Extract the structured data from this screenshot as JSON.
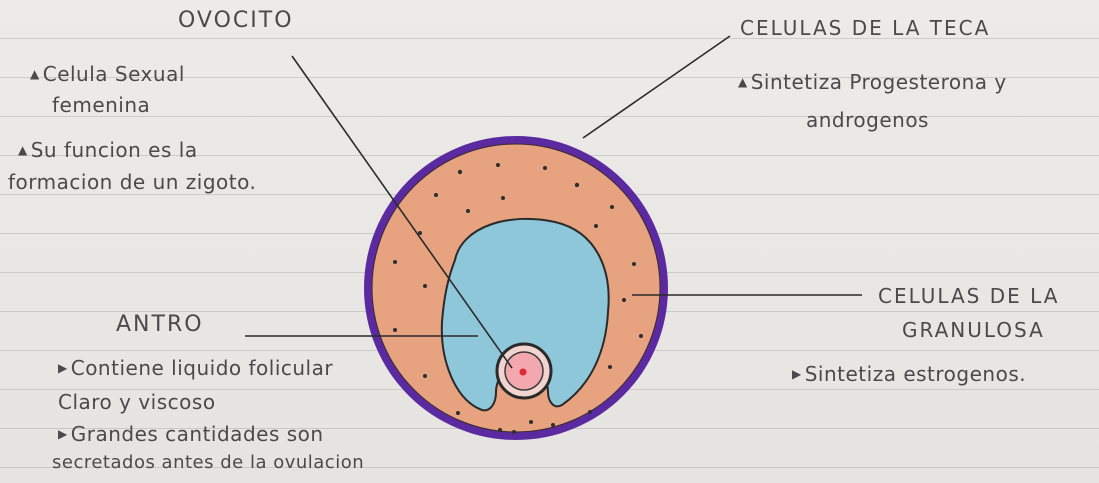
{
  "ovocito": {
    "title": "OVOCITO",
    "notes": [
      [
        "Celula Sexual",
        "femenina"
      ],
      [
        "Su funcion es la",
        "formacion de un zigoto."
      ]
    ]
  },
  "teca": {
    "title": "CELULAS DE LA TECA",
    "notes": [
      [
        "Sintetiza Progesterona y",
        "androgenos"
      ]
    ]
  },
  "antro": {
    "title": "ANTRO",
    "notes": [
      [
        "Contiene liquido folicular",
        "Claro y viscoso"
      ],
      [
        "Grandes cantidades son",
        "secretados antes de la ovulacion"
      ]
    ]
  },
  "granulosa": {
    "title_line1": "CELULAS DE LA",
    "title_line2": "GRANULOSA",
    "notes": [
      [
        "Sintetiza estrogenos."
      ]
    ]
  },
  "colors": {
    "teca_ring": "#5b2aa0",
    "granulosa": "#e7a27f",
    "antro": "#8ec7da",
    "ovocito": "#f3a7ae",
    "nucleus": "#e0283a",
    "ink": "#2e2e2e"
  },
  "bullet_icon": "triangle-bullet-icon"
}
